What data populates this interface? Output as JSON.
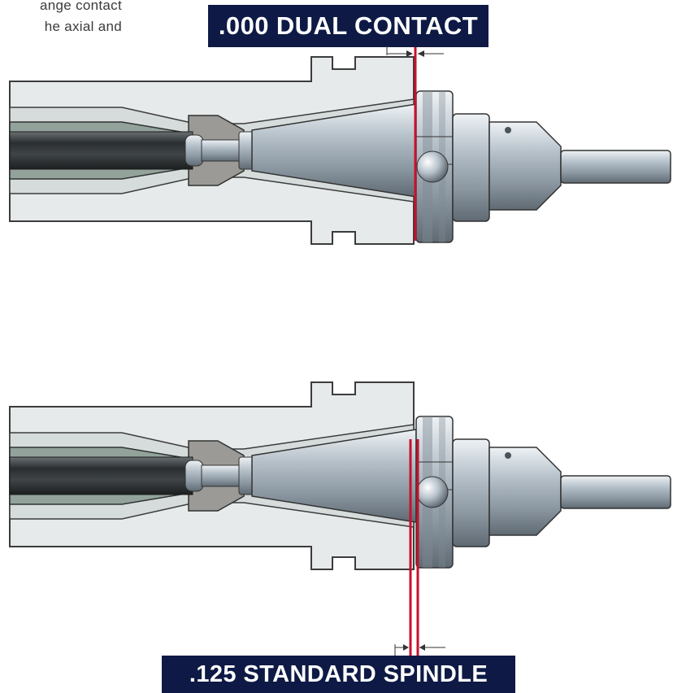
{
  "intro_text": {
    "line1": "ange contact",
    "line2": "he axial and"
  },
  "labels": {
    "top": ".000 DUAL CONTACT",
    "bottom": ".125 STANDARD SPINDLE"
  },
  "colors": {
    "label_background": "#0e1a45",
    "label_text": "#ffffff",
    "contact_line": "#c8102e",
    "housing_fill": "#e6eaea",
    "housing_stroke": "#3c3c3c",
    "steel": "#a9b4bd",
    "drawbar": "#3d4244",
    "drawbar_sleeve": "#93a39c"
  }
}
